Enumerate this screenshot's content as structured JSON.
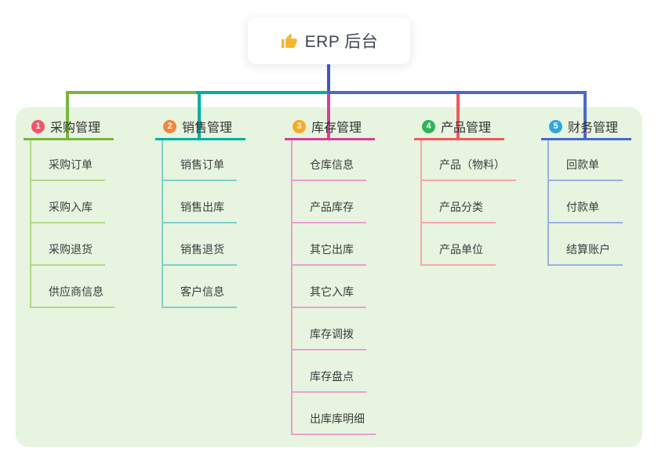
{
  "root": {
    "title": "ERP 后台",
    "icon": "thumbs-up-icon",
    "icon_color": "#f2b633",
    "connector_color": "#4453c8"
  },
  "panel_color": "#e6f4e0",
  "branches": [
    {
      "badge": "1",
      "label": "采购管理",
      "badge_color": "#f4536a",
      "line_color": "#7cb53c",
      "light_color": "#b3d88b",
      "children": [
        "采购订单",
        "采购入库",
        "采购退货",
        "供应商信息"
      ]
    },
    {
      "badge": "2",
      "label": "销售管理",
      "badge_color": "#f5843c",
      "line_color": "#00b0a2",
      "light_color": "#7dd1c9",
      "children": [
        "销售订单",
        "销售出库",
        "销售退货",
        "客户信息"
      ]
    },
    {
      "badge": "3",
      "label": "库存管理",
      "badge_color": "#f9a823",
      "line_color": "#da3c9b",
      "light_color": "#eb9fce",
      "children": [
        "仓库信息",
        "产品库存",
        "其它出库",
        "其它入库",
        "库存调拨",
        "库存盘点",
        "出库库明细"
      ]
    },
    {
      "badge": "4",
      "label": "产品管理",
      "badge_color": "#2eb357",
      "line_color": "#f5565f",
      "light_color": "#f9a6ab",
      "children": [
        "产品（物料）",
        "产品分类",
        "产品单位"
      ]
    },
    {
      "badge": "5",
      "label": "财务管理",
      "badge_color": "#32a6dc",
      "line_color": "#4a69c9",
      "light_color": "#9cb0e2",
      "children": [
        "回款单",
        "付款单",
        "结算账户"
      ]
    }
  ]
}
